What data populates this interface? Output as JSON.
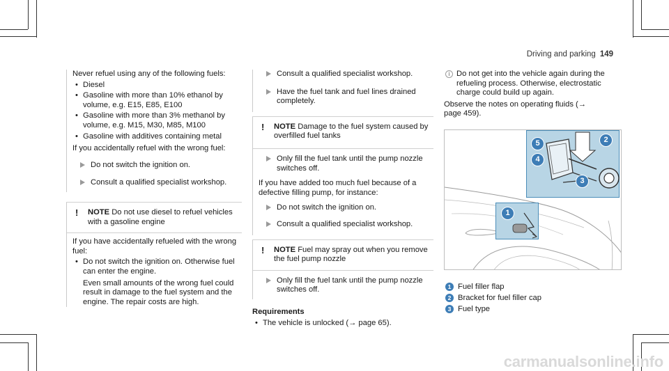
{
  "header": {
    "section": "Driving and parking",
    "page": "149"
  },
  "col1": {
    "intro": "Never refuel using any of the following fuels:",
    "fuels": [
      "Diesel",
      "Gasoline with more than 10% ethanol by volume, e.g. E15, E85, E100",
      "Gasoline with more than 3% methanol by volume, e.g. M15, M30, M85, M100",
      "Gasoline with additives containing metal"
    ],
    "wrong_fuel_intro": "If you accidentally refuel with the wrong fuel:",
    "steps": [
      "Do not switch the ignition on.",
      "Consult a qualified specialist workshop."
    ],
    "note": {
      "title": "NOTE",
      "text": "Do not use diesel to refuel vehicles with a gasoline engine",
      "body": "If you have accidentally refueled with the wrong fuel:",
      "bullets": [
        "Do not switch the ignition on. Otherwise fuel can enter the engine.",
        "Even small amounts of the wrong fuel could result in damage to the fuel system and the engine. The repair costs are high."
      ]
    }
  },
  "col2": {
    "steps_top": [
      "Consult a qualified specialist workshop.",
      "Have the fuel tank and fuel lines drained completely."
    ],
    "note1": {
      "title": "NOTE",
      "text": "Damage to the fuel system caused by overfilled fuel tanks",
      "step": "Only fill the fuel tank until the pump nozzle switches off.",
      "body": "If you have added too much fuel because of a defective filling pump, for instance:",
      "steps": [
        "Do not switch the ignition on.",
        "Consult a qualified specialist workshop."
      ]
    },
    "note2": {
      "title": "NOTE",
      "text": "Fuel may spray out when you remove the fuel pump nozzle",
      "step": "Only fill the fuel tank until the pump nozzle switches off."
    },
    "requirements": {
      "title": "Requirements",
      "item": "The vehicle is unlocked (→ page 65)."
    }
  },
  "col3": {
    "info": "Do not get into the vehicle again during the refueling process. Otherwise, electrostatic charge could build up again.",
    "observe": "Observe the notes on operating fluids (→ page 459).",
    "figure_callouts": [
      "1",
      "2",
      "3",
      "4",
      "5"
    ],
    "legend": [
      {
        "num": "1",
        "label": "Fuel filler flap"
      },
      {
        "num": "2",
        "label": "Bracket for fuel filler cap"
      },
      {
        "num": "3",
        "label": "Fuel type"
      }
    ]
  },
  "watermark": "carmanualsonline.info",
  "colors": {
    "accent": "#3d7db6",
    "inset_fill": "#b8d5e5",
    "rule": "#c9c9c9"
  }
}
